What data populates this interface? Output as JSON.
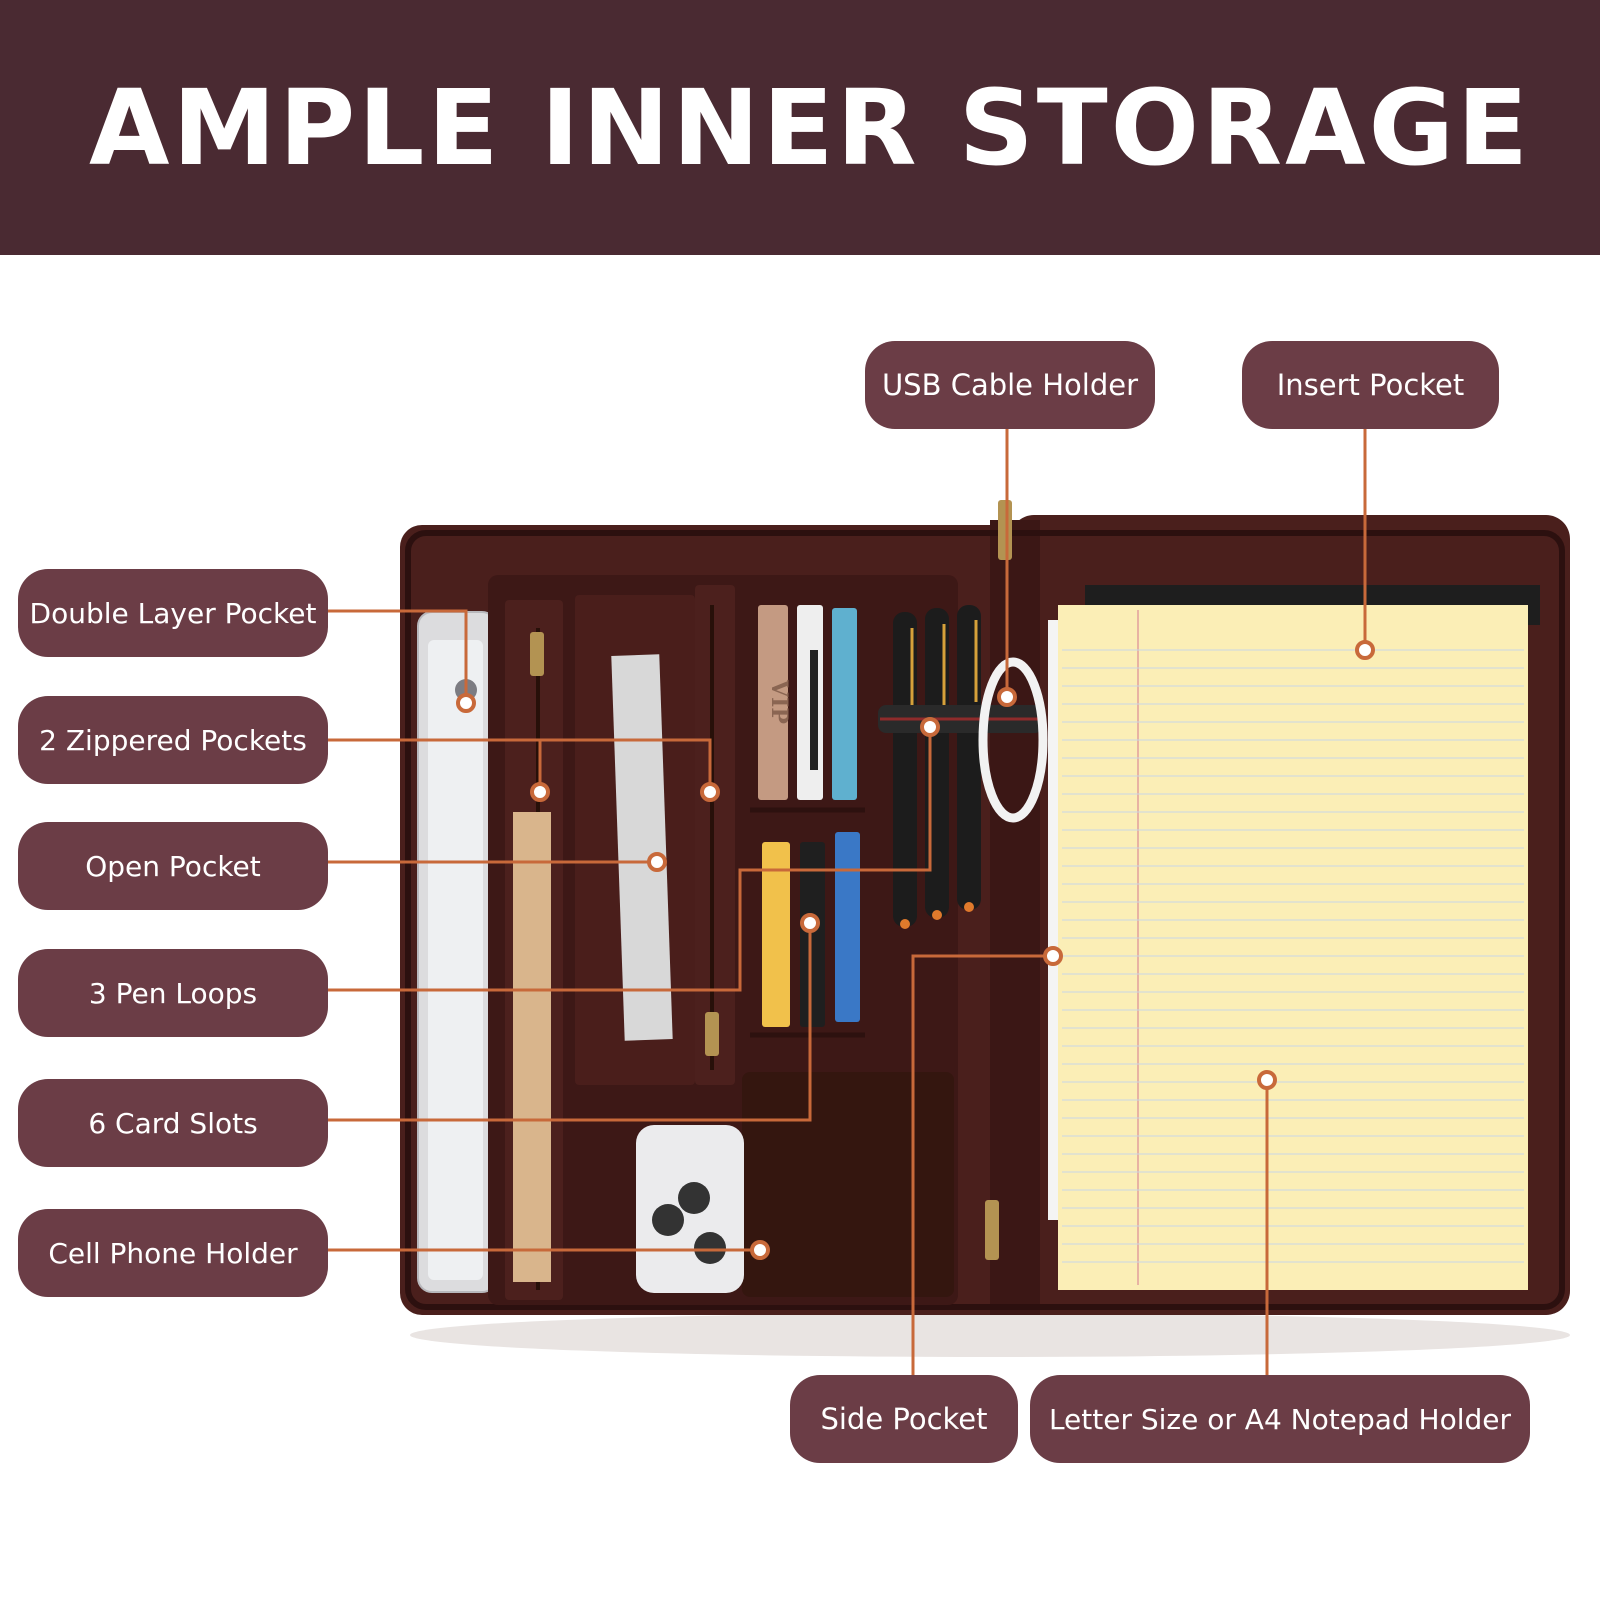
{
  "banner": {
    "title": "AMPLE INNER STORAGE",
    "color": "#4a2a32"
  },
  "colors": {
    "label_bg": "#6b3d46",
    "leader_line": "#c8693a",
    "leather": "#4a1f1c",
    "notepad": "#fbeeb6"
  },
  "labels": {
    "usb_cable_holder": "USB Cable Holder",
    "insert_pocket": "Insert Pocket",
    "double_layer_pocket": "Double Layer Pocket",
    "zippered_pockets": "2 Zippered Pockets",
    "open_pocket": "Open Pocket",
    "pen_loops": "3 Pen Loops",
    "card_slots": "6 Card Slots",
    "cell_phone_holder": "Cell Phone Holder",
    "side_pocket": "Side Pocket",
    "notepad_holder": "Letter Size or A4 Notepad Holder"
  },
  "cards": {
    "vip_text": "VIP"
  }
}
